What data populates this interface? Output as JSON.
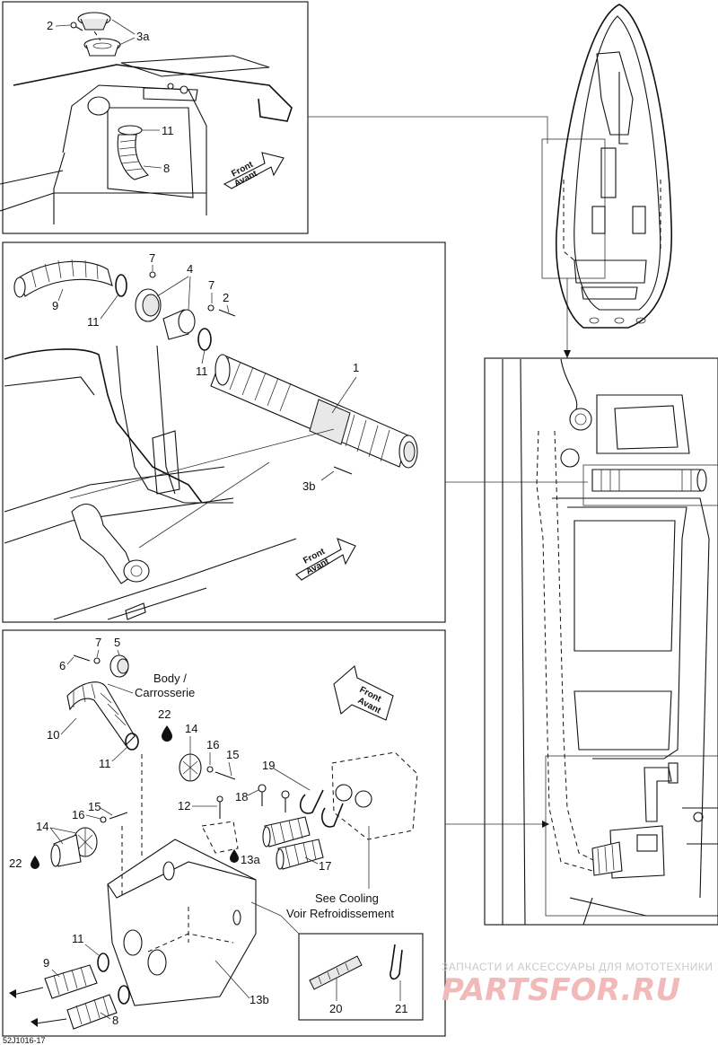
{
  "callouts": {
    "top": {
      "n2": "2",
      "n3a": "3a",
      "n11": "11",
      "n8": "8"
    },
    "middle": {
      "n7a": "7",
      "n4": "4",
      "n7b": "7",
      "n2": "2",
      "n9": "9",
      "n11a": "11",
      "n11b": "11",
      "n1": "1",
      "n3b": "3b"
    },
    "bottom": {
      "n7": "7",
      "n5": "5",
      "n6": "6",
      "n10": "10",
      "n11": "11",
      "n22a": "22",
      "n14a": "14",
      "n16a": "16",
      "n15a": "15",
      "n19": "19",
      "n18": "18",
      "n12": "12",
      "n16b": "16",
      "n15b": "15",
      "n14b": "14",
      "n22b": "22",
      "n13a": "13a",
      "n17": "17",
      "n11b": "11",
      "n9": "9",
      "n8": "8",
      "n13b": "13b",
      "n20": "20",
      "n21": "21"
    }
  },
  "labels": {
    "body_en": "Body /",
    "body_fr": "Carrosserie",
    "cooling_en": "See Cooling",
    "cooling_fr": "Voir Refroidissement"
  },
  "front_arrows": {
    "line1": "Front",
    "line2": "Avant"
  },
  "watermark": {
    "line1": "ЗАПЧАСТИ И АКСЕССУАРЫ ДЛЯ МОТОТЕХНИКИ",
    "line2": "PARTSFOR.RU"
  },
  "figure_code": "52J1016-17"
}
